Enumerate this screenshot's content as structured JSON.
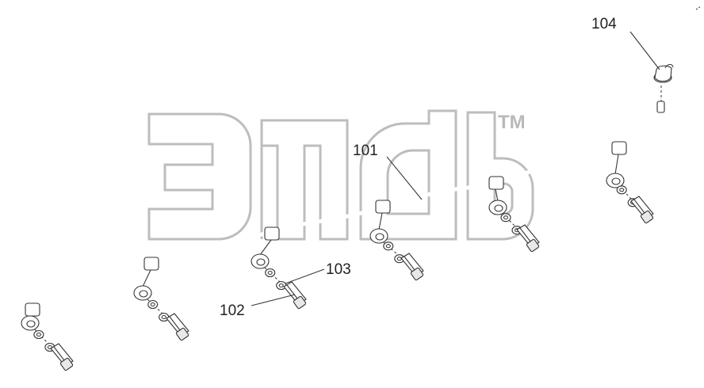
{
  "watermark": {
    "mark": "TM"
  },
  "callouts": [
    {
      "id": "c101",
      "label": "101"
    },
    {
      "id": "c102",
      "label": "102"
    },
    {
      "id": "c103",
      "label": "103"
    },
    {
      "id": "c104",
      "label": "104"
    }
  ]
}
